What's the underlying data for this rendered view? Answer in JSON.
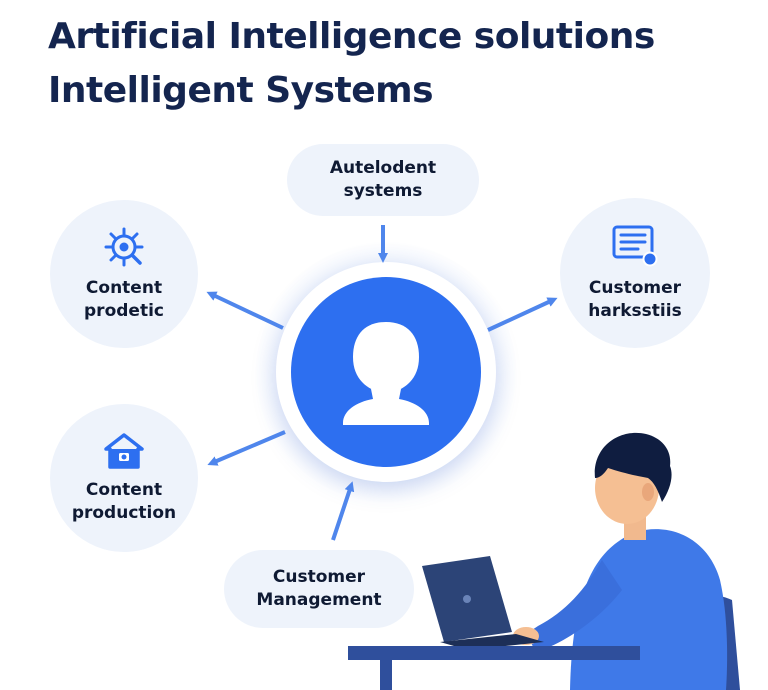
{
  "title": {
    "line1": "Artificial Intelligence solutions",
    "line2": "Intelligent Systems"
  },
  "nodes": {
    "top": {
      "line1": "Autelodent",
      "line2": "systems",
      "icon": "none"
    },
    "left_top": {
      "line1": "Content",
      "line2": "prodetic",
      "icon": "gear-target-icon"
    },
    "left_bottom": {
      "line1": "Content",
      "line2": "production",
      "icon": "house-icon"
    },
    "right": {
      "line1": "Customer",
      "line2": "harksstiis",
      "icon": "document-icon"
    },
    "bottom": {
      "line1": "Customer",
      "line2": "Management",
      "icon": "none"
    }
  },
  "hub": {
    "icon": "user-avatar-icon"
  },
  "illustration": {
    "subject": "person-at-laptop"
  },
  "colors": {
    "title": "#14254f",
    "accent": "#2d6ff0",
    "arrow": "#4f86ec",
    "node_bg": "#eef3fb",
    "text": "#0f1a33"
  }
}
